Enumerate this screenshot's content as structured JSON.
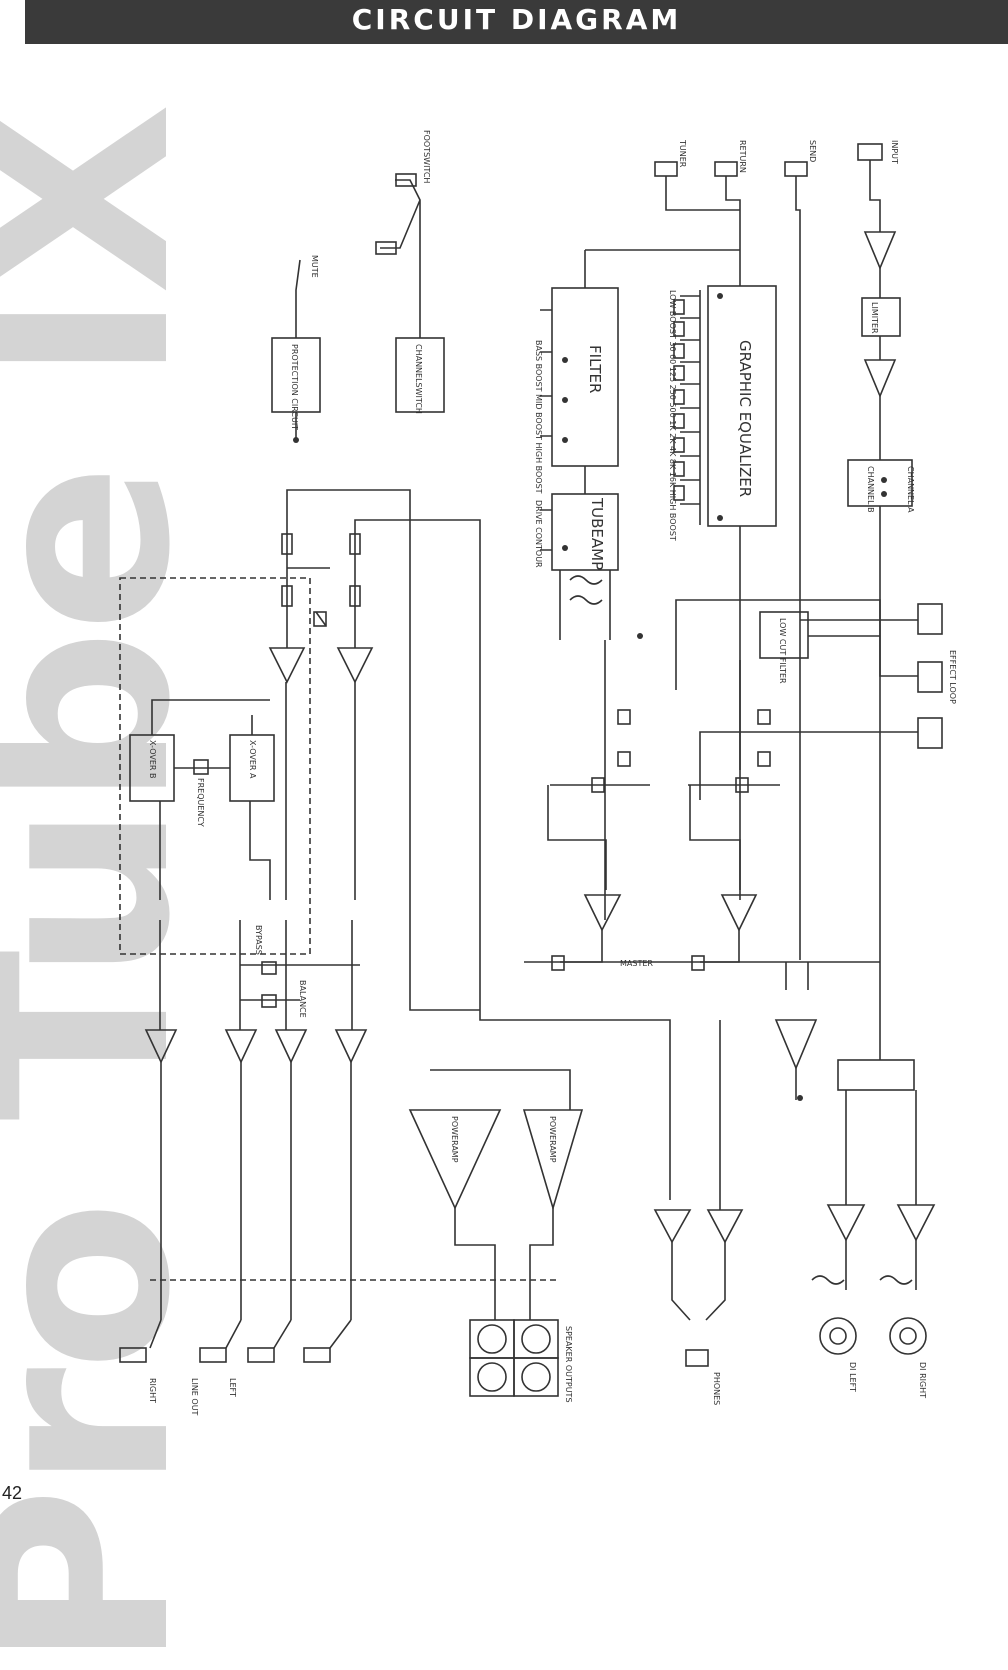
{
  "header": {
    "title": "CIRCUIT DIAGRAM"
  },
  "watermark": {
    "text": "Pro Tube IX"
  },
  "footer": {
    "page_number": "42"
  },
  "diagram": {
    "blocks": {
      "filter": "FILTER",
      "tubeamp": "TUBEAMP",
      "graphic_eq": "GRAPHIC EQUALIZER",
      "limiter": "LIMITER",
      "lowcut": "LOW CUT FILTER",
      "poweramp_a": "POWERAMP",
      "poweramp_b": "POWERAMP",
      "xover_a": "X-OVER A",
      "xover_b": "X-OVER B",
      "protection": "PROTECTION CIRCUIT",
      "channelswitch": "CHANNELSWITCH"
    },
    "labels": {
      "mute": "MUTE",
      "balance": "BALANCE",
      "bypass": "BYPASS",
      "master": "MASTER",
      "frequency": "FREQUENCY",
      "effect_loop": "EFFECT LOOP",
      "input": "INPUT",
      "tuner": "TUNER",
      "return": "RETURN",
      "send": "SEND",
      "headphones": "PHONES",
      "di_left": "DI LEFT",
      "di_right": "DI RIGHT",
      "speakers": "SPEAKER OUTPUTS",
      "line_out": "LINE OUT",
      "left": "LEFT",
      "right": "RIGHT",
      "eq_scale": "LOW BOOST  30  60  125  250  500  1K  2K  4K  8K  16K  HIGH BOOST",
      "filter_scale": "BASS BOOST  MID BOOST  HIGH BOOST",
      "tube_scale": "DRIVE  CONTOUR",
      "channel_a": "CHANNEL A",
      "channel_b": "CHANNEL B",
      "footswitch": "FOOTSWITCH"
    }
  }
}
